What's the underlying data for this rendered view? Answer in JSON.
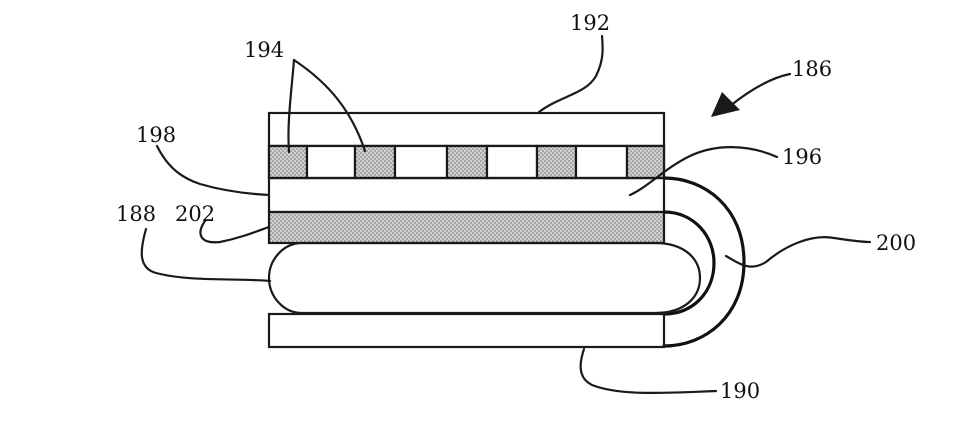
{
  "figure": {
    "reference_numerals": {
      "n186": "186",
      "n188": "188",
      "n190": "190",
      "n192": "192",
      "n194": "194",
      "n196": "196",
      "n198": "198",
      "n200": "200",
      "n202": "202"
    },
    "colors": {
      "line": "#1a1a1a",
      "stipple_base": "#d0d0d0",
      "stipple_dot": "#8a8a8a",
      "background": "#ffffff"
    }
  }
}
